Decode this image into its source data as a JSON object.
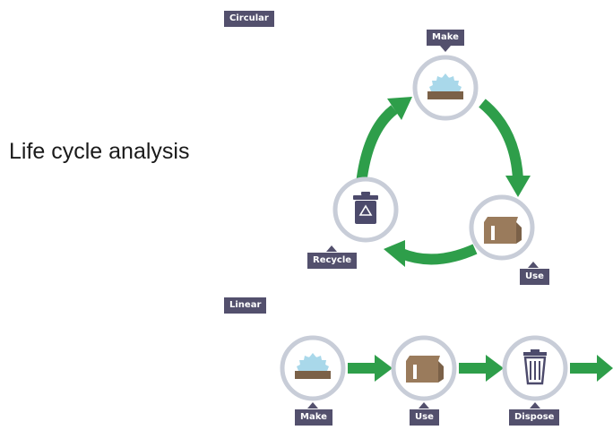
{
  "title": "Life cycle analysis",
  "circular": {
    "heading": "Circular",
    "nodes": [
      {
        "label": "Make",
        "icon": "saw-blade-icon"
      },
      {
        "label": "Use",
        "icon": "box-icon"
      },
      {
        "label": "Recycle",
        "icon": "recycle-bin-icon"
      }
    ]
  },
  "linear": {
    "heading": "Linear",
    "nodes": [
      {
        "label": "Make",
        "icon": "saw-blade-icon"
      },
      {
        "label": "Use",
        "icon": "box-icon"
      },
      {
        "label": "Dispose",
        "icon": "trash-can-icon"
      }
    ]
  },
  "colors": {
    "arrow": "#2e9e4a",
    "tag": "#53506d",
    "ring": "#c8cdd8",
    "wood": "#7b6148",
    "blade": "#a9d8ea",
    "box": "#9a7b5c",
    "bin": "#4c4a6b"
  }
}
